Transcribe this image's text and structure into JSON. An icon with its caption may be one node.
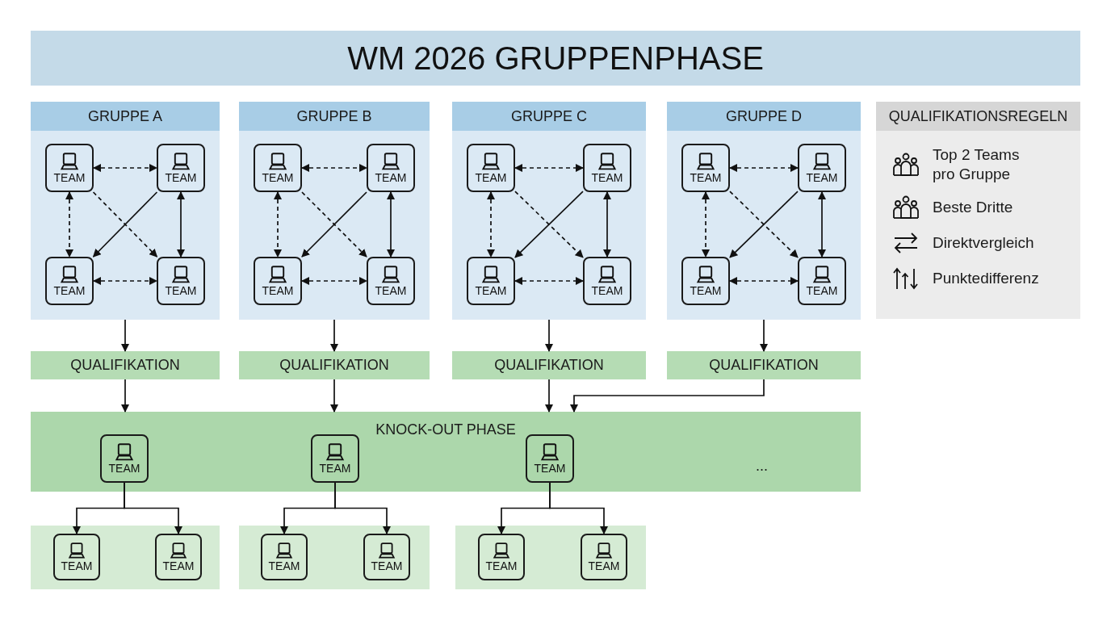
{
  "diagram": {
    "title": "WM 2026 GRUPPENPHASE",
    "nodes": [
      {
        "text": [
          "GRUPPE A"
        ]
      },
      {
        "text": [
          "TEAM"
        ],
        "in": 0
      },
      {
        "text": [
          "TEAM"
        ],
        "in": 0
      },
      {
        "text": [
          "TEAM"
        ],
        "in": 0
      },
      {
        "text": [
          "TEAM"
        ],
        "in": 0
      },
      {
        "text": [
          "GRUPPE B"
        ]
      },
      {
        "text": [
          "TEAM"
        ],
        "in": 5
      },
      {
        "text": [
          "TEAM"
        ],
        "in": 5
      },
      {
        "text": [
          "TEAM"
        ],
        "in": 5
      },
      {
        "text": [
          "TEAM"
        ],
        "in": 5
      },
      {
        "text": [
          "GRUPPE C"
        ]
      },
      {
        "text": [
          "TEAM"
        ],
        "in": 10
      },
      {
        "text": [
          "TEAM"
        ],
        "in": 10
      },
      {
        "text": [
          "TEAM"
        ],
        "in": 10
      },
      {
        "text": [
          "TEAM"
        ],
        "in": 10
      },
      {
        "text": [
          "GRUPPE D"
        ]
      },
      {
        "text": [
          "TEAM"
        ],
        "in": 15
      },
      {
        "text": [
          "TEAM"
        ],
        "in": 15
      },
      {
        "text": [
          "TEAM"
        ],
        "in": 15
      },
      {
        "text": [
          "TEAM"
        ],
        "in": 15
      },
      {
        "text": [
          "QUALIFIKATION"
        ]
      },
      {
        "text": [
          "QUALIFIKATION"
        ]
      },
      {
        "text": [
          "QUALIFIKATION"
        ]
      },
      {
        "text": [
          "QUALIFIKATION"
        ]
      },
      {
        "text": [
          "KNOCK-OUT PHASE",
          "..."
        ]
      },
      {
        "text": [
          "TEAM"
        ],
        "in": 24
      },
      {
        "text": [
          "TEAM"
        ],
        "in": 24
      },
      {
        "text": [
          "TEAM"
        ],
        "in": 24
      },
      {
        "text": [],
        "shape": "box"
      },
      {
        "text": [
          "TEAM"
        ],
        "in": 28
      },
      {
        "text": [
          "TEAM"
        ],
        "in": 28
      },
      {
        "text": [],
        "shape": "box"
      },
      {
        "text": [
          "TEAM"
        ],
        "in": 31
      },
      {
        "text": [
          "TEAM"
        ],
        "in": 31
      },
      {
        "text": [],
        "shape": "box"
      },
      {
        "text": [
          "TEAM"
        ],
        "in": 34
      },
      {
        "text": [
          "TEAM"
        ],
        "in": 34
      },
      {
        "text": [
          "QUALIFIKATIONSREGELN",
          "Top 2 Teams pro Gruppe",
          "Beste Dritte",
          "Direktvergleich",
          "Punktedifferenz"
        ]
      }
    ],
    "edges": [
      {
        "from": 1,
        "to": 2,
        "arrow": "both",
        "style": "dashed"
      },
      {
        "from": 1,
        "to": 3,
        "arrow": "both",
        "style": "dashed"
      },
      {
        "from": 1,
        "to": 4,
        "arrow": "to",
        "style": "dashed"
      },
      {
        "from": 2,
        "to": 3,
        "arrow": "to"
      },
      {
        "from": 2,
        "to": 4,
        "arrow": "both"
      },
      {
        "from": 3,
        "to": 4,
        "arrow": "both",
        "style": "dashed"
      },
      {
        "from": 6,
        "to": 7,
        "arrow": "both",
        "style": "dashed"
      },
      {
        "from": 6,
        "to": 8,
        "arrow": "both",
        "style": "dashed"
      },
      {
        "from": 6,
        "to": 9,
        "arrow": "to",
        "style": "dashed"
      },
      {
        "from": 7,
        "to": 8,
        "arrow": "to"
      },
      {
        "from": 7,
        "to": 9,
        "arrow": "both"
      },
      {
        "from": 8,
        "to": 9,
        "arrow": "both",
        "style": "dashed"
      },
      {
        "from": 11,
        "to": 12,
        "arrow": "both",
        "style": "dashed"
      },
      {
        "from": 11,
        "to": 13,
        "arrow": "both",
        "style": "dashed"
      },
      {
        "from": 11,
        "to": 14,
        "arrow": "to",
        "style": "dashed"
      },
      {
        "from": 12,
        "to": 13,
        "arrow": "to"
      },
      {
        "from": 12,
        "to": 14,
        "arrow": "both"
      },
      {
        "from": 13,
        "to": 14,
        "arrow": "both",
        "style": "dashed"
      },
      {
        "from": 16,
        "to": 17,
        "arrow": "both",
        "style": "dashed"
      },
      {
        "from": 16,
        "to": 18,
        "arrow": "both",
        "style": "dashed"
      },
      {
        "from": 16,
        "to": 19,
        "arrow": "to",
        "style": "dashed"
      },
      {
        "from": 17,
        "to": 18,
        "arrow": "to"
      },
      {
        "from": 17,
        "to": 19,
        "arrow": "both"
      },
      {
        "from": 18,
        "to": 19,
        "arrow": "both",
        "style": "dashed"
      },
      {
        "from": 0,
        "to": 20,
        "arrow": "to"
      },
      {
        "from": 5,
        "to": 21,
        "arrow": "to"
      },
      {
        "from": 10,
        "to": 22,
        "arrow": "to"
      },
      {
        "from": 15,
        "to": 23,
        "arrow": "to"
      },
      {
        "from": 20,
        "to": 24,
        "arrow": "to"
      },
      {
        "from": 21,
        "to": 24,
        "arrow": "to"
      },
      {
        "from": 22,
        "to": 24,
        "arrow": "to"
      },
      {
        "from": 23,
        "to": 24,
        "arrow": "to"
      },
      {
        "from": 25,
        "to": 29,
        "arrow": "to"
      },
      {
        "from": 25,
        "to": 30,
        "arrow": "to"
      },
      {
        "from": 26,
        "to": 32,
        "arrow": "to"
      },
      {
        "from": 26,
        "to": 33,
        "arrow": "to"
      },
      {
        "from": 27,
        "to": 35,
        "arrow": "to"
      },
      {
        "from": 27,
        "to": 36,
        "arrow": "to"
      }
    ]
  }
}
